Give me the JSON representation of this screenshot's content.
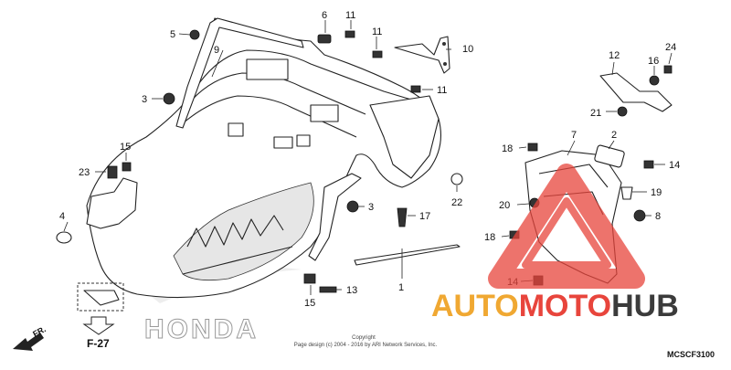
{
  "diagram": {
    "code": "MCSCF3100",
    "section_ref": "F-27",
    "front_label": "FR.",
    "copyright_line1": "Copyright",
    "copyright_line2": "Page design (c) 2004 - 2016 by ARI Network Services, Inc.",
    "brand_mark": "HONDA",
    "watermark": {
      "part1": "AUTO",
      "part2": "MOTO",
      "part3": "HUB",
      "color_red": "#e8453c",
      "color_orange": "#f0a832",
      "color_dark": "#3b3b3b"
    }
  },
  "callouts": [
    {
      "id": "c5",
      "label": "5"
    },
    {
      "id": "c9",
      "label": "9"
    },
    {
      "id": "c6",
      "label": "6"
    },
    {
      "id": "c11a",
      "label": "11"
    },
    {
      "id": "c11b",
      "label": "11"
    },
    {
      "id": "c10",
      "label": "10"
    },
    {
      "id": "c11c",
      "label": "11"
    },
    {
      "id": "c3a",
      "label": "3"
    },
    {
      "id": "c15a",
      "label": "15"
    },
    {
      "id": "c23",
      "label": "23"
    },
    {
      "id": "c4",
      "label": "4"
    },
    {
      "id": "c3b",
      "label": "3"
    },
    {
      "id": "c17",
      "label": "17"
    },
    {
      "id": "c22",
      "label": "22"
    },
    {
      "id": "c1",
      "label": "1"
    },
    {
      "id": "c15b",
      "label": "15"
    },
    {
      "id": "c13",
      "label": "13"
    },
    {
      "id": "c12",
      "label": "12"
    },
    {
      "id": "c24",
      "label": "24"
    },
    {
      "id": "c16",
      "label": "16"
    },
    {
      "id": "c21",
      "label": "21"
    },
    {
      "id": "c18a",
      "label": "18"
    },
    {
      "id": "c7",
      "label": "7"
    },
    {
      "id": "c2",
      "label": "2"
    },
    {
      "id": "c14a",
      "label": "14"
    },
    {
      "id": "c20",
      "label": "20"
    },
    {
      "id": "c19",
      "label": "19"
    },
    {
      "id": "c8",
      "label": "8"
    },
    {
      "id": "c18b",
      "label": "18"
    },
    {
      "id": "c14b",
      "label": "14"
    }
  ]
}
